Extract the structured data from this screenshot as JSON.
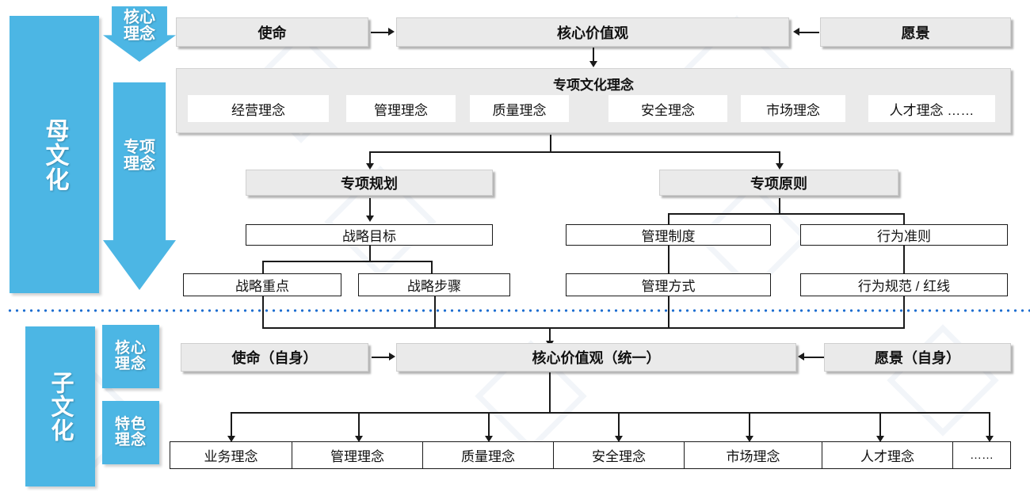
{
  "colors": {
    "blue": "#4cb6e4",
    "divider_blue": "#1f6fd0",
    "box_gray": "#eaeaea",
    "line_black": "#1a1a1a"
  },
  "parent": {
    "side_label": "母文化",
    "arrows": [
      {
        "label_line1": "核心",
        "label_line2": "理念"
      },
      {
        "label_line1": "专项",
        "label_line2": "理念"
      }
    ],
    "top_row": {
      "mission": "使命",
      "core_values": "核心价值观",
      "vision": "愿景"
    },
    "special_culture": {
      "title": "专项文化理念",
      "items": [
        "经营理念",
        "管理理念",
        "质量理念",
        "安全理念",
        "市场理念",
        "人才理念  ……"
      ]
    },
    "branches": {
      "left": {
        "head": "专项规划",
        "level2": "战略目标",
        "level3": [
          "战略重点",
          "战略步骤"
        ]
      },
      "right": {
        "head": "专项原则",
        "level2": [
          "管理制度",
          "行为准则"
        ],
        "level3": [
          "管理方式",
          "行为规范 / 红线"
        ]
      }
    }
  },
  "child": {
    "side_label": "子文化",
    "tags": [
      {
        "label_line1": "核心",
        "label_line2": "理念"
      },
      {
        "label_line1": "特色",
        "label_line2": "理念"
      }
    ],
    "top_row": {
      "mission": "使命（自身）",
      "core_values": "核心价值观（统一）",
      "vision": "愿景（自身）"
    },
    "items": [
      "业务理念",
      "管理理念",
      "质量理念",
      "安全理念",
      "市场理念",
      "人才理念",
      "……"
    ]
  }
}
